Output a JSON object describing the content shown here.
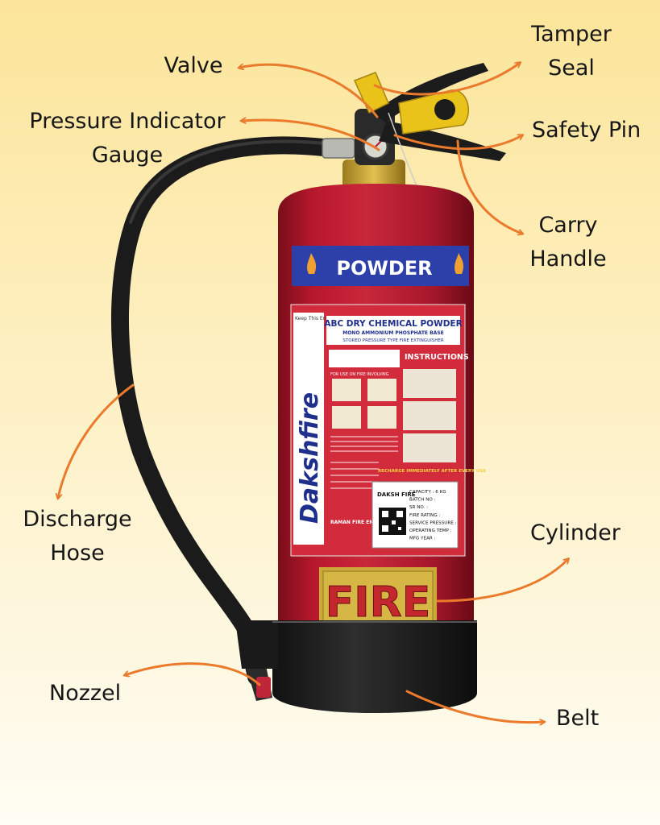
{
  "background": {
    "top_color": "#fce59a",
    "bottom_color": "#fffdf4"
  },
  "arrow_color": "#ea7a2c",
  "extinguisher": {
    "cylinder_color": "#b8182b",
    "band_color": "#2d3fa8",
    "band_label": "POWDER",
    "brand": "Dakshfire",
    "brand_small": "Keep This End Up",
    "panel_title": "ABC DRY CHEMICAL POWDER",
    "panel_subtitle": "MONO AMMONIUM PHOSPHATE BASE",
    "panel_subtitle2": "STORED PRESSURE TYPE FIRE EXTINGUISHER",
    "instructions": "INSTRUCTIONS",
    "recharge": "RECHARGE IMMEDIATELY AFTER EVERY USE",
    "for_use": "FOR USE ON FIRE INVOLVING",
    "maker": "RAMAN FIRE ENGINEERS",
    "label_company": "DAKSH FIRE",
    "label_lines": [
      "CAPACITY : 6 KG",
      "BATCH NO :",
      "SR NO. :",
      "FIRE RATING :",
      "SERVICE PRESSURE :",
      "OPERATING TEMP :",
      "MFG YEAR :"
    ],
    "fire_text": "FIRE"
  },
  "callouts": {
    "valve": {
      "lines": [
        "Valve"
      ]
    },
    "tamper_seal": {
      "lines": [
        "Tamper",
        "Seal"
      ]
    },
    "pressure_gauge": {
      "lines": [
        "Pressure Indicator",
        "Gauge"
      ]
    },
    "safety_pin": {
      "lines": [
        "Safety Pin"
      ]
    },
    "carry_handle": {
      "lines": [
        "Carry",
        "Handle"
      ]
    },
    "discharge_hose": {
      "lines": [
        "Discharge",
        "Hose"
      ]
    },
    "cylinder": {
      "lines": [
        "Cylinder"
      ]
    },
    "nozzel": {
      "lines": [
        "Nozzel"
      ]
    },
    "belt": {
      "lines": [
        "Belt"
      ]
    }
  }
}
